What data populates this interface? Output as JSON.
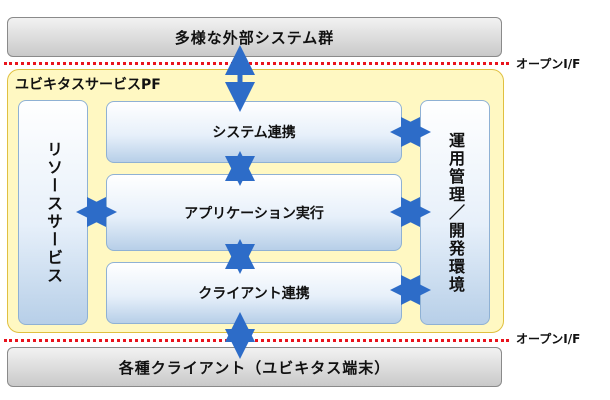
{
  "top_box": "多様な外部システム群",
  "bottom_box": "各種クライアント（ユビキタス端末）",
  "open_if_top": "オープンI/F",
  "open_if_bottom": "オープンI/F",
  "platform": {
    "title": "ユビキタスサービスPF",
    "resource_service": "リソースサービス",
    "system_link": "システム連携",
    "app_exec": "アプリケーション実行",
    "client_link": "クライアント連携",
    "ops_env": "運用管理／開発環境"
  },
  "colors": {
    "arrow": "#2d6cc8",
    "dotted_line": "#e8131d",
    "platform_fill": "#fff8c2"
  }
}
